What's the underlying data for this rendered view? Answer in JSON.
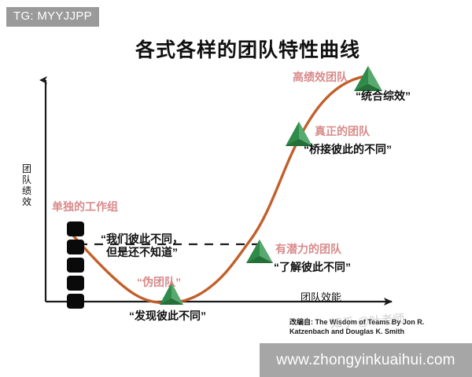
{
  "badge": {
    "text": "TG: MYYJJPP"
  },
  "title": "各式各样的团队特性曲线",
  "axes": {
    "y_label": "团队绩效",
    "x_label": "团队效能"
  },
  "stages": [
    {
      "name": "单独的工作组",
      "quote": "",
      "color": "#d98a8a"
    },
    {
      "name": "伪团队",
      "name_display": "“伪团队”",
      "quote": "“发现彼此不同”",
      "color": "#d98a8a"
    },
    {
      "name": "有潜力的团队",
      "quote": "“了解彼此不同”",
      "color": "#d98a8a"
    },
    {
      "name": "真正的团队",
      "quote": "“桥接彼此的不同”",
      "color": "#d98a8a"
    },
    {
      "name": "高绩效团队",
      "quote": "“统合综效”",
      "color": "#d98a8a"
    }
  ],
  "annotation": {
    "line1": "“我们彼此不同，",
    "line2": "但是还不知道”"
  },
  "source": {
    "line1": "改编自: The Wisdom of Teams By Jon R.",
    "line2": "Katzenbach and Douglas K. Smith"
  },
  "ghost_watermark": "知乎 @叶老师",
  "url_bar": "www.zhongyinkuaihui.com",
  "colors": {
    "curve": "#c2602c",
    "triangle_dark": "#1f6b34",
    "triangle_mid": "#2e8b4a",
    "triangle_light": "#58a96d",
    "pink": "#d98a8a",
    "axis": "#1a1a1a",
    "badge_bg": "#9a9a9a",
    "url_bg": "#a6a6a6",
    "square": "#0a0a0a"
  },
  "chart_data": {
    "type": "line",
    "title": "各式各样的团队特性曲线",
    "xlabel": "团队效能",
    "ylabel": "团队绩效",
    "grid": false,
    "legend": "none",
    "annotations": [
      {
        "label": "单独的工作组",
        "x": 0.08,
        "y": 0.42
      },
      {
        "label": "伪团队",
        "x": 0.33,
        "y": 0.06
      },
      {
        "label": "有潜力的团队",
        "x": 0.57,
        "y": 0.3
      },
      {
        "label": "真正的团队",
        "x": 0.72,
        "y": 0.68
      },
      {
        "label": "高绩效团队",
        "x": 0.88,
        "y": 0.95
      }
    ],
    "series": [
      {
        "name": "团队特性曲线",
        "x": [
          0.1,
          0.18,
          0.26,
          0.33,
          0.41,
          0.49,
          0.57,
          0.64,
          0.71,
          0.79,
          0.88,
          0.95
        ],
        "y": [
          0.42,
          0.25,
          0.12,
          0.06,
          0.08,
          0.17,
          0.3,
          0.49,
          0.68,
          0.84,
          0.95,
          0.99
        ]
      }
    ],
    "markers": [
      {
        "label": "伪团队",
        "x": 0.33,
        "y": 0.06,
        "shape": "triangle"
      },
      {
        "label": "有潜力的团队",
        "x": 0.57,
        "y": 0.3,
        "shape": "triangle"
      },
      {
        "label": "真正的团队",
        "x": 0.71,
        "y": 0.68,
        "shape": "triangle"
      },
      {
        "label": "高绩效团队",
        "x": 0.88,
        "y": 0.95,
        "shape": "triangle"
      }
    ],
    "work_group_squares": 5,
    "xlim": [
      0,
      1
    ],
    "ylim": [
      0,
      1
    ]
  }
}
